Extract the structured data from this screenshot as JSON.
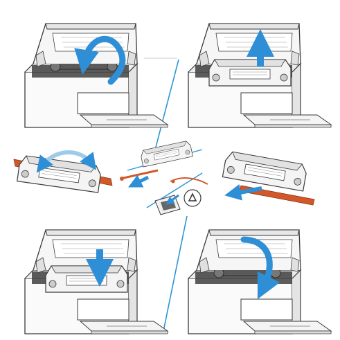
{
  "figure": {
    "steps": [
      {
        "id": "open-scanner-lid",
        "arrow": "curved-up-back"
      },
      {
        "id": "remove-old-cartridge",
        "arrow": "straight-up"
      },
      {
        "id": "rotate-new-cartridge",
        "arrow": "curved-left"
      },
      {
        "id": "pull-sealing-tape",
        "arrow": "straight-left-down"
      },
      {
        "id": "recycle-packaging",
        "icon": "recycle-icon"
      },
      {
        "id": "insert-new-cartridge",
        "arrow": "straight-down"
      },
      {
        "id": "close-scanner-lid",
        "arrow": "curved-down-forward"
      }
    ],
    "colors": {
      "arrow": "#2e8fd6",
      "divider": "#2a96d4",
      "tape": "#d2582a",
      "line": "#3a3a3a",
      "panel": "#f2f2f2"
    }
  }
}
